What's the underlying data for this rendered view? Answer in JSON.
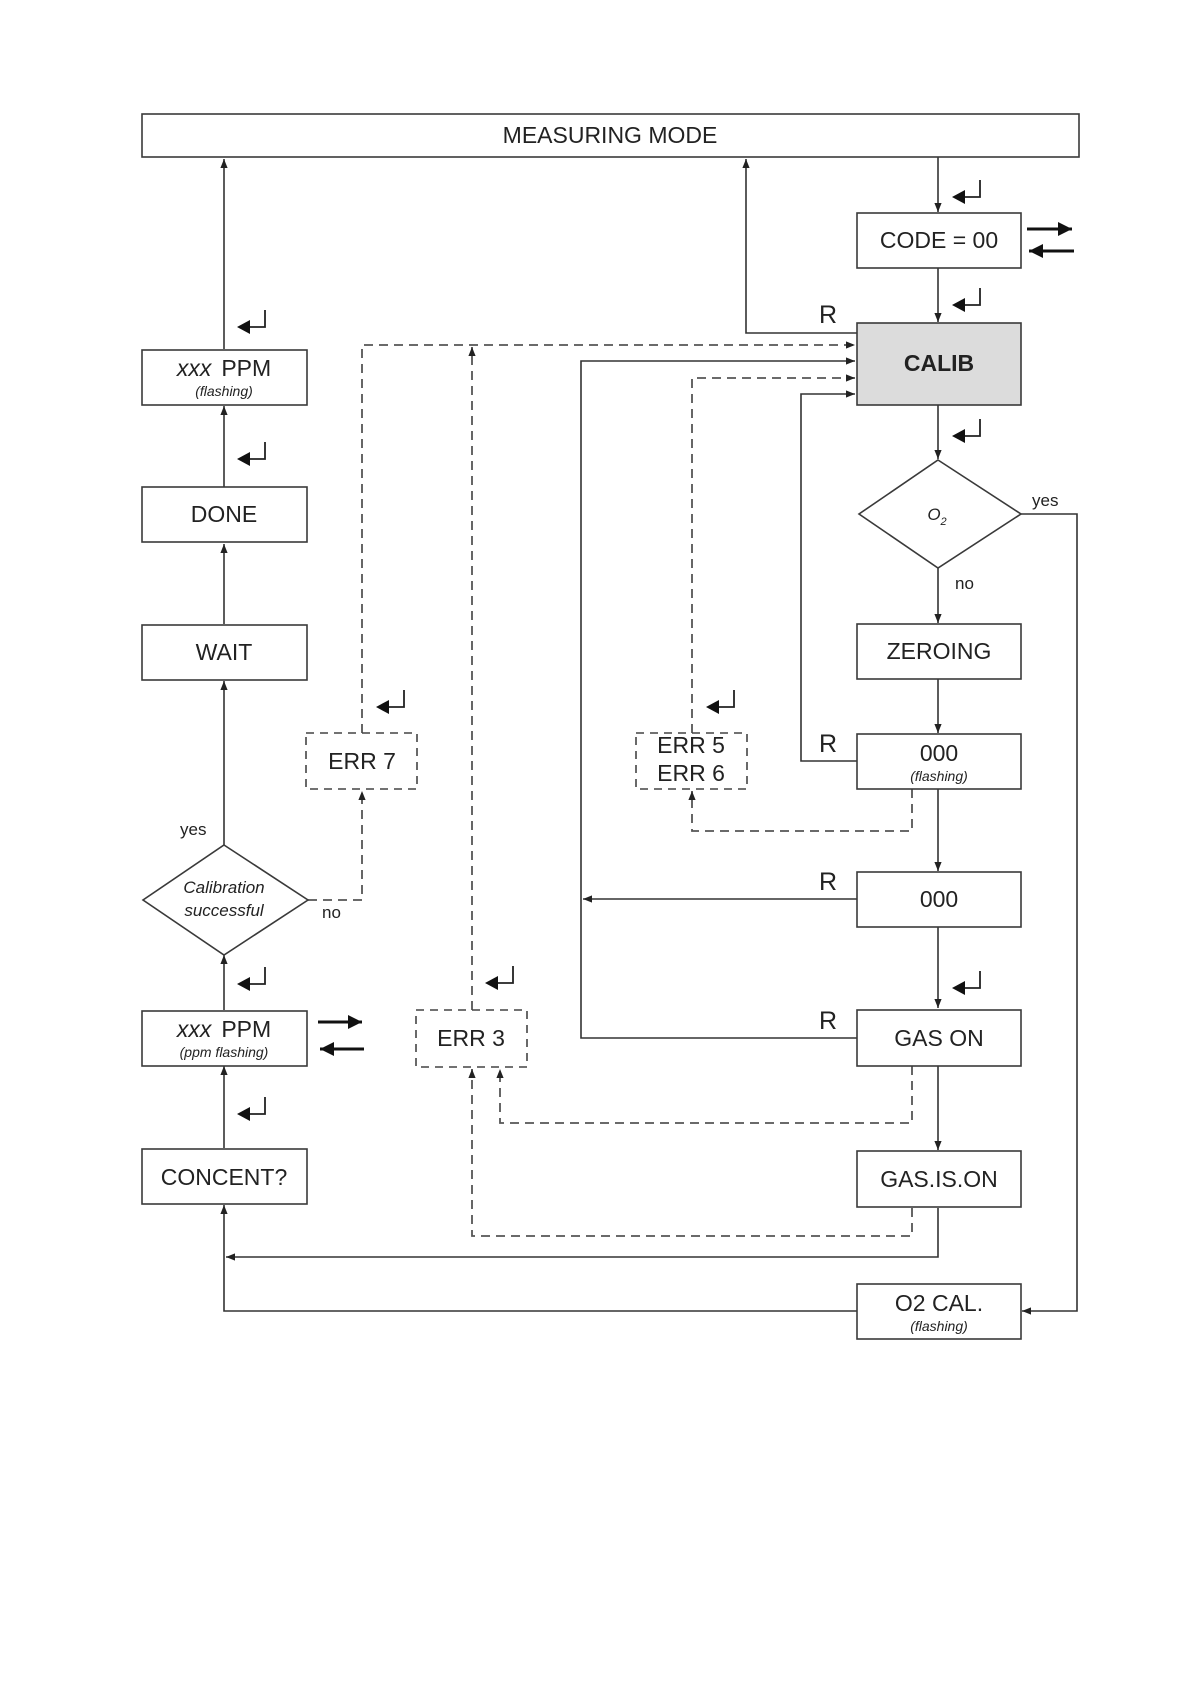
{
  "diagram": {
    "type": "flowchart",
    "nodes": {
      "measuring_mode": "MEASURING MODE",
      "code": "CODE = 00",
      "calib": "CALIB",
      "o2_decision": "O",
      "o2_decision_sub": "2",
      "zeroing": "ZEROING",
      "zero_flash_main": "000",
      "zero_flash_sub": "(flashing)",
      "zero": "000",
      "gas_on": "GAS ON",
      "gas_is_on": "GAS.IS.ON",
      "o2_cal_main": "O2 CAL.",
      "o2_cal_sub": "(flashing)",
      "concent": "CONCENT?",
      "ppm_flash_italic": "xxx",
      "ppm_flash_main": "PPM",
      "ppm_flash_sub": "(ppm flashing)",
      "cal_success_line1": "Calibration",
      "cal_success_line2": "successful",
      "wait": "WAIT",
      "done": "DONE",
      "ppm_final_italic": "xxx",
      "ppm_final_main": "PPM",
      "ppm_final_sub": "(flashing)",
      "err7": "ERR 7",
      "err5": "ERR 5",
      "err6": "ERR 6",
      "err3": "ERR 3"
    },
    "labels": {
      "yes": "yes",
      "no": "no",
      "reset": "R"
    },
    "colors": {
      "highlight_fill": "#dcdcdc",
      "stroke": "#333333"
    }
  }
}
